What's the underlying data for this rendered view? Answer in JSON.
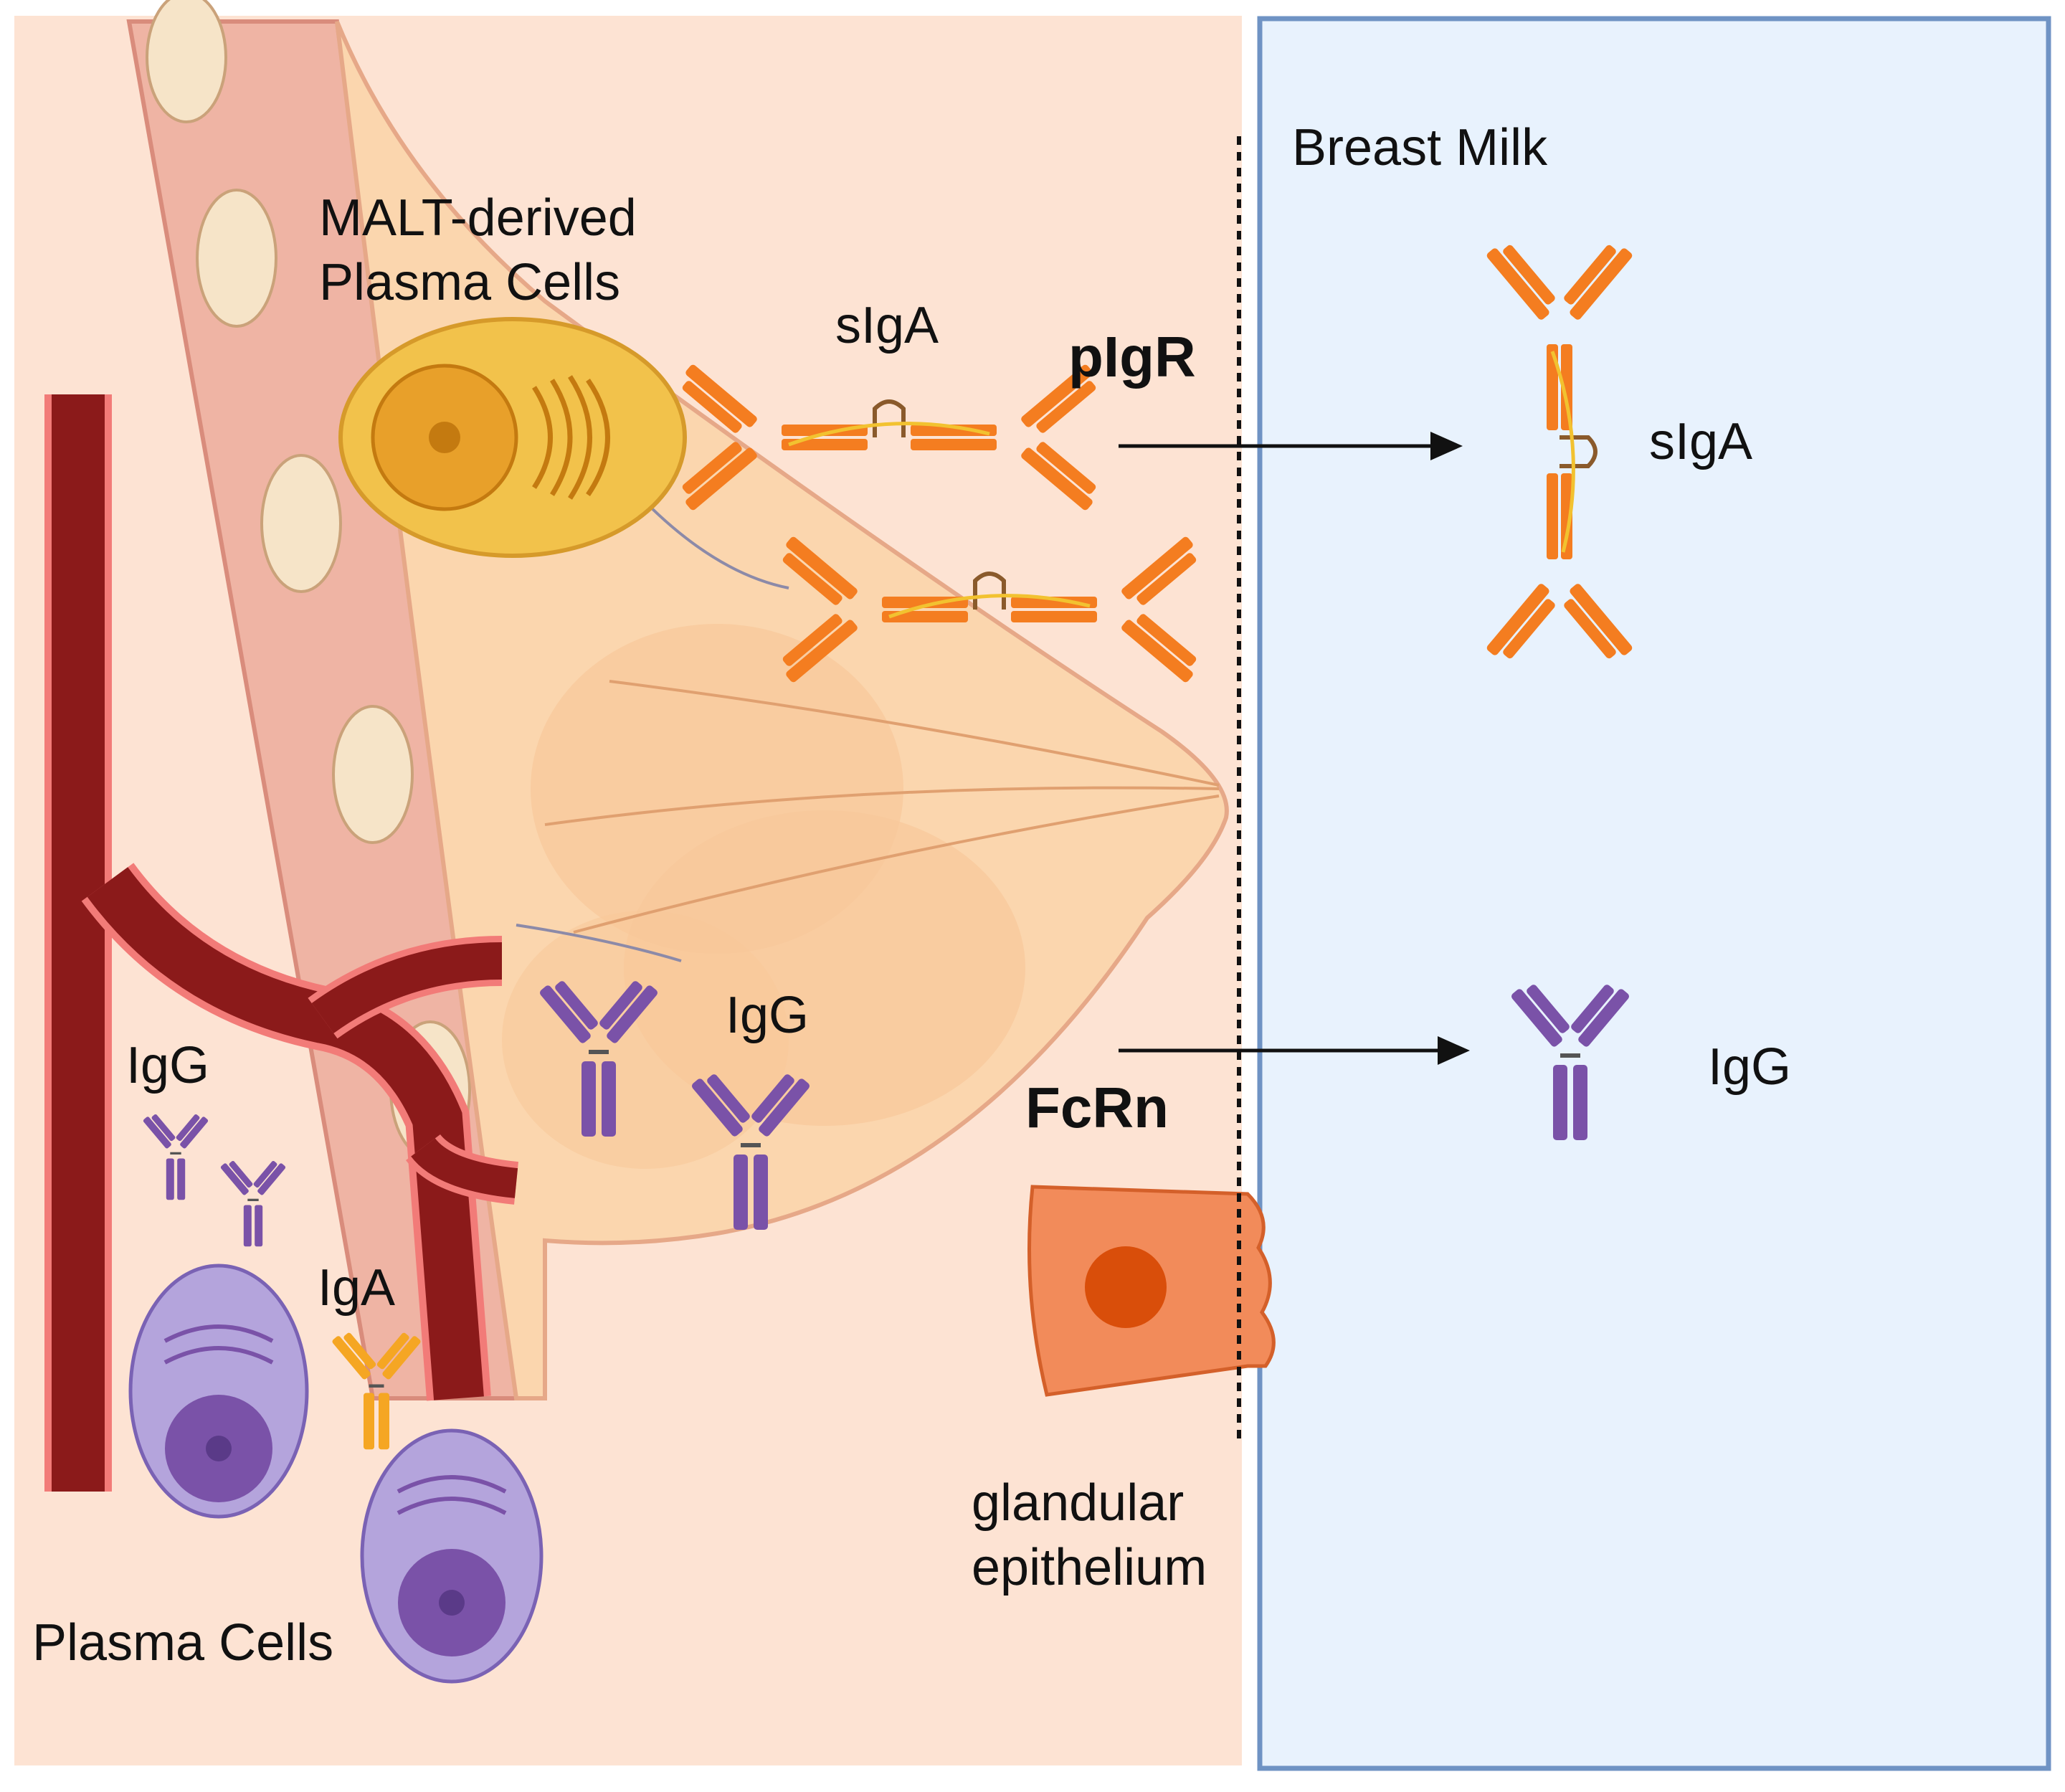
{
  "labels": {
    "malt_line1": "MALT-derived",
    "malt_line2": "Plasma Cells",
    "siga_tissue": "sIgA",
    "pigr": "pIgR",
    "breast_milk": "Breast Milk",
    "siga_milk": "sIgA",
    "igg_tissue": "IgG",
    "igg_blood": "IgG",
    "fcrn": "FcRn",
    "igg_milk": "IgG",
    "iga_blood": "IgA",
    "plasma_cells": "Plasma Cells",
    "epithelium_line1": "glandular",
    "epithelium_line2": "epithelium"
  },
  "colors": {
    "tissue_bg": "#fde3d3",
    "milk_bg": "#e8f2fd",
    "milk_border": "#6f93c4",
    "siga_orange": "#f47d20",
    "iga_yellow": "#f5a623",
    "igg_purple": "#7a52a8",
    "vessel": "#8b1a1a",
    "vessel_edge": "#f27b78",
    "epithelial_cell": "#f28b5a",
    "malt_cell": "#f2c24b",
    "plasma_cell": "#b4a4dc"
  },
  "icons": {
    "malt_plasma_cell": "malt-plasma-cell-icon",
    "plasma_cell": "plasma-cell-icon",
    "epithelial_cell": "epithelial-cell-icon",
    "siga": "secretory-iga-icon",
    "igg": "igg-antibody-icon",
    "iga": "iga-antibody-icon",
    "arrow": "arrow-right-icon",
    "breast": "breast-tissue-icon",
    "vessel": "blood-vessel-icon"
  }
}
